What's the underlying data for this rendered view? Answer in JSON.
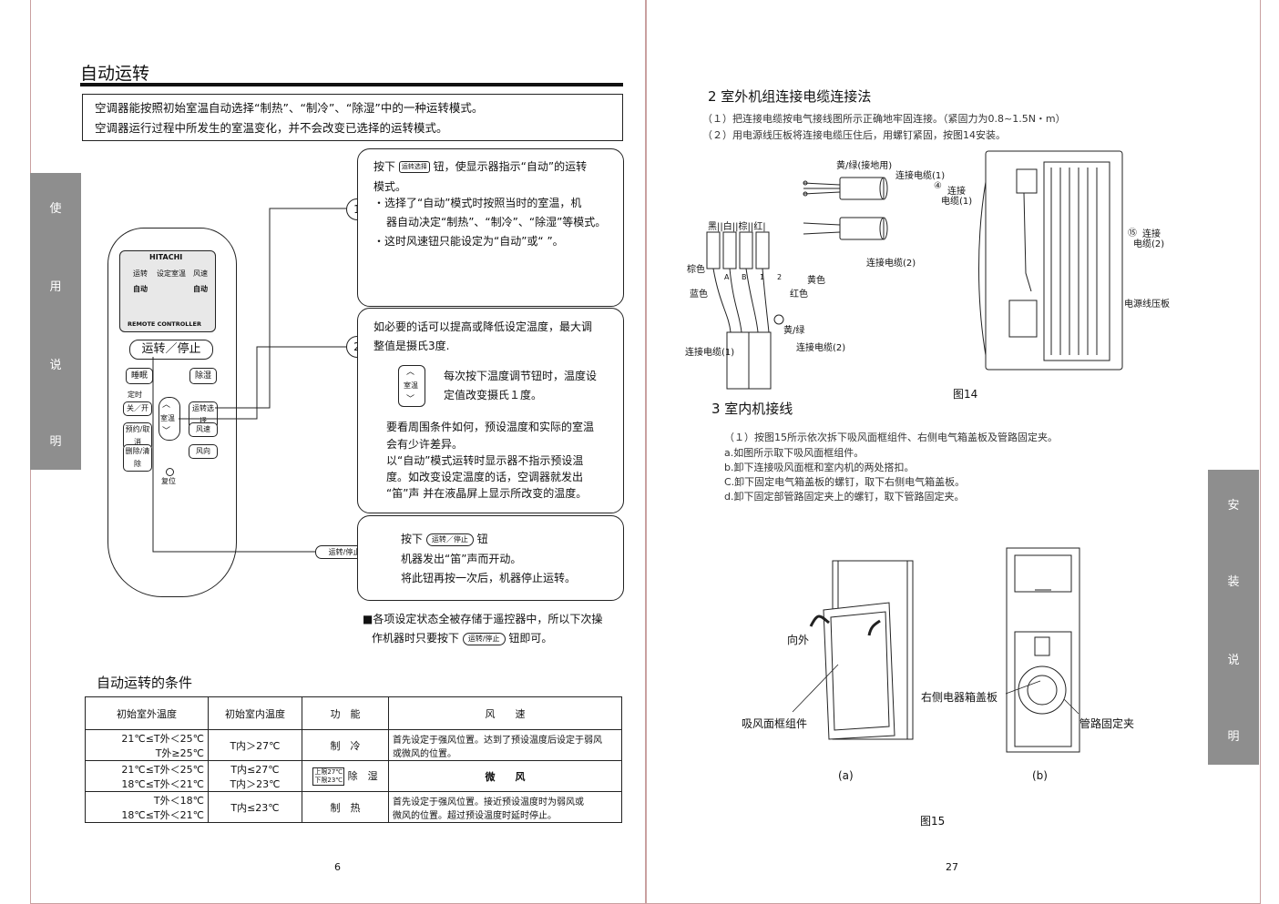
{
  "left_page": {
    "title": "自动运转",
    "intro": [
      "空调器能按照初始室温自动选择“制热”、“制冷”、“除湿”中的一种运转模式。",
      "空调器运行过程中所发生的室温变化，并不会改变已选择的运转模式。"
    ],
    "side_tab": [
      "使",
      "用",
      "说",
      "明"
    ],
    "remote": {
      "brand": "HITACHI",
      "lcd_labels": [
        "运转",
        "设定室温",
        "风速"
      ],
      "lcd_left": "自动",
      "lcd_right": "自动",
      "lcd_caption": "REMOTE CONTROLLER",
      "run_stop": "运转／停止",
      "sleep": "睡眠",
      "dehum": "除湿",
      "timer": "定时",
      "on_off": "关／开",
      "reserve": "预约/取消",
      "delete": "删除/清除",
      "room_temp": "室温",
      "mode_select": "运转选择",
      "fan_speed": "风速",
      "fan_dir": "风向",
      "reset": "复位"
    },
    "step1": {
      "num": "1",
      "line1_pre": "按下",
      "line1_btn": "运转选择",
      "line1_post": "钮，使显示器指示“自动”的运转",
      "line2": "模式。",
      "line3": "・选择了“自动”模式时按照当时的室温，机",
      "line4": "器自动决定“制热”、“制冷”、“除湿”等模式。",
      "line5": "・这时风速钮只能设定为“自动”或“ ”。"
    },
    "step2": {
      "num": "2",
      "line1": "如必要的话可以提高或降低设定温度，最大调",
      "line2": "整值是摄氏3度.",
      "btn_label": "室温",
      "note1": "每次按下温度调节钮时，温度设",
      "note2": "定值改变摄氏１度。",
      "line3": "要看周围条件如何，预设温度和实际的室温",
      "line4": "会有少许差异。",
      "line5": "以“自动”模式运转时显示器不指示预设温",
      "line6": "度。如改变设定温度的话，空调器就发出",
      "line7": "“笛”声  并在液晶屏上显示所改变的温度。"
    },
    "step3": {
      "pointer": "运转/停止",
      "line1_pre": "按下",
      "line1_btn": "运转／停止",
      "line1_post": "钮",
      "line2": "机器发出“笛”声而开动。",
      "line3": "将此钮再按一次后，机器停止运转。"
    },
    "memo": {
      "line1": "■各项设定状态全被存储于遥控器中，所以下次操",
      "line2_pre": "作机器时只要按下",
      "line2_btn": "运转/停止",
      "line2_post": "钮即可。"
    },
    "conditions": {
      "title": "自动运转的条件",
      "headers": [
        "初始室外温度",
        "初始室内温度",
        "功　能",
        "风　　速"
      ],
      "rows": [
        {
          "outdoor": [
            "21℃≤T外＜25℃",
            "T外≥25℃"
          ],
          "indoor": [
            "T内＞27℃"
          ],
          "func": "制　冷",
          "func_note": [],
          "fan": [
            "首先设定于强风位置。达到了预设温度后设定于弱风",
            "或微风的位置。"
          ]
        },
        {
          "outdoor": [
            "21℃≤T外＜25℃",
            "18℃≤T外＜21℃"
          ],
          "indoor": [
            "T内≤27℃",
            "T内＞23℃"
          ],
          "func": "除　湿",
          "func_note": [
            "上限27℃",
            "下限23℃"
          ],
          "fan": [
            "微　　风"
          ]
        },
        {
          "outdoor": [
            "T外＜18℃",
            "18℃≤T外＜21℃"
          ],
          "indoor": [
            "T内≤23℃"
          ],
          "func": "制　热",
          "func_note": [],
          "fan": [
            "首先设定于强风位置。接近预设温度时为弱风或",
            "微风的位置。超过预设温度时延时停止。"
          ]
        }
      ]
    },
    "page_number": "6"
  },
  "right_page": {
    "section2_title": "2  室外机组连接电缆连接法",
    "section2_lines": [
      "（１）把连接电缆按电气接线图所示正确地牢固连接。（紧固力为0.8~1.5N・m）",
      "（２）用电源线压板将连接电缆压住后，用螺钉紧固，按图14安装。"
    ],
    "fig14": {
      "yellow_green_ground": "黄/绿(接地用)",
      "cable1": "连接电缆(1)",
      "cable2": "连接电缆(2)",
      "wires_top": "黑||白||棕||红|",
      "brown": "棕色",
      "blue": "蓝色",
      "yellow": "黄色",
      "red": "红色",
      "yellow_green": "黄/绿",
      "terminal_letters": [
        "A",
        "B",
        "1",
        "2"
      ],
      "bottom_cable1": "连接电缆(1)",
      "bottom_cable2": "连接电缆(2)",
      "callout4_num": "④",
      "callout4": [
        "连接",
        "电缆(1)"
      ],
      "callout15_num": "⑮",
      "callout15": [
        "连接",
        "电缆(2)"
      ],
      "power_clamp": "电源线压板",
      "caption": "图14"
    },
    "section3_title": "3  室内机接线",
    "section3_lines": [
      "（１）按图15所示依次拆下吸风面框组件、右侧电气箱盖板及管路固定夹。",
      "a.如图所示取下吸风面框组件。",
      "b.卸下连接吸风面框和室内机的两处搭扣。",
      "C.卸下固定电气箱盖板的螺钉，取下右侧电气箱盖板。",
      "d.卸下固定部管路固定夹上的螺钉，取下管路固定夹。"
    ],
    "fig15": {
      "outward": "向外",
      "panel_frame": "吸风面框组件",
      "box_cover": "右侧电器箱盖板",
      "pipe_clip": "管路固定夹",
      "label_a": "(a)",
      "label_b": "(b)",
      "caption": "图15"
    },
    "side_tab": [
      "安",
      "装",
      "说",
      "明"
    ],
    "page_number": "27"
  }
}
